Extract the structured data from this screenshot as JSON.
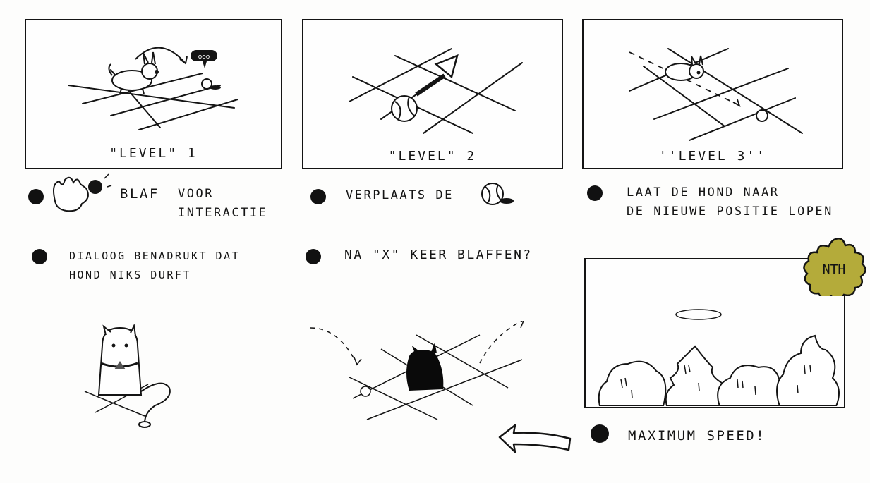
{
  "panels": [
    {
      "label": "\"Level\" 1"
    },
    {
      "label": "\"Level\" 2"
    },
    {
      "label": "''Level 3''"
    }
  ],
  "notes": {
    "blaf": "Blaf",
    "voor_interactie": "voor\ninteractie",
    "verplaats": "Verplaats de",
    "laat_hond": "Laat de hond naar\nde nieuwe positie lopen",
    "dialoog": "Dialoog benadrukt dat\nhond niks durft",
    "na_x_keer": "Na \"x\" keer blaffen?",
    "maximum_speed": "Maximum speed!",
    "nth_badge": "NTH"
  },
  "colors": {
    "ink": "#141414",
    "badge": "#b4ab3a"
  }
}
